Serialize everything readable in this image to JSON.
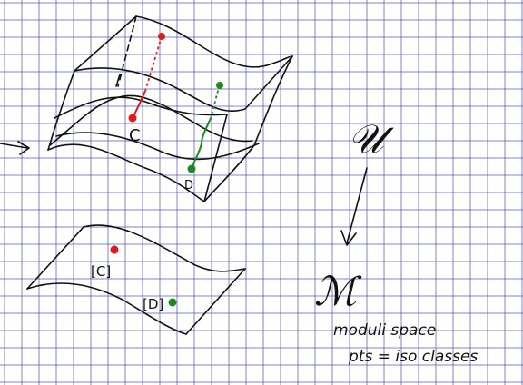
{
  "labels": {
    "point_c": "C",
    "point_d": "D",
    "class_c": "[C]",
    "class_d": "[D]",
    "universal_family": "𝒰",
    "moduli": "ℳ",
    "moduli_caption": "moduli space",
    "points_caption": "pts = iso classes"
  },
  "colors": {
    "grid": "#5a5ab4",
    "ink": "#111111",
    "curve_c": "#e01a1a",
    "curve_d": "#1e8a1e"
  }
}
